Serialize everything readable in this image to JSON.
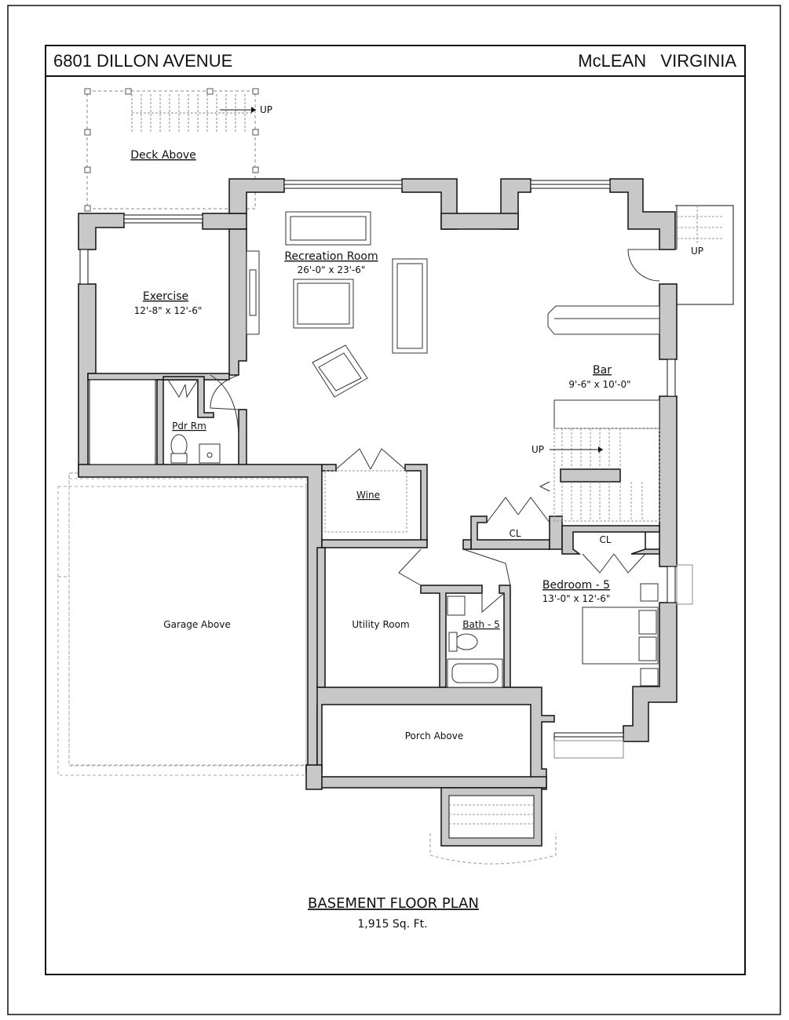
{
  "header": {
    "address": "6801 DILLON AVENUE",
    "location": "McLEAN   VIRGINIA"
  },
  "rooms": {
    "recreation": {
      "name": "Recreation Room",
      "dims": "26'-0\" x 23'-6\""
    },
    "exercise": {
      "name": "Exercise",
      "dims": "12'-8\" x 12'-6\""
    },
    "bar": {
      "name": "Bar",
      "dims": "9'-6\" x 10'-0\""
    },
    "bedroom": {
      "name": "Bedroom - 5",
      "dims": "13'-0\" x 12'-6\""
    },
    "pdr": {
      "name": "Pdr Rm"
    },
    "wine": {
      "name": "Wine"
    },
    "utility": {
      "name": "Utility Room"
    },
    "bath": {
      "name": "Bath - 5"
    },
    "cl1": {
      "name": "CL"
    },
    "cl2": {
      "name": "CL"
    },
    "garage": {
      "name": "Garage Above"
    },
    "porch": {
      "name": "Porch Above"
    },
    "deck": {
      "name": "Deck Above"
    }
  },
  "stairs": {
    "up1": "UP",
    "up2": "UP",
    "up3": "UP"
  },
  "footer": {
    "title": "BASEMENT FLOOR PLAN",
    "area": "1,915 Sq. Ft."
  },
  "colors": {
    "wall": "#c8c8c8",
    "line": "#111111",
    "dashed": "#888888"
  }
}
